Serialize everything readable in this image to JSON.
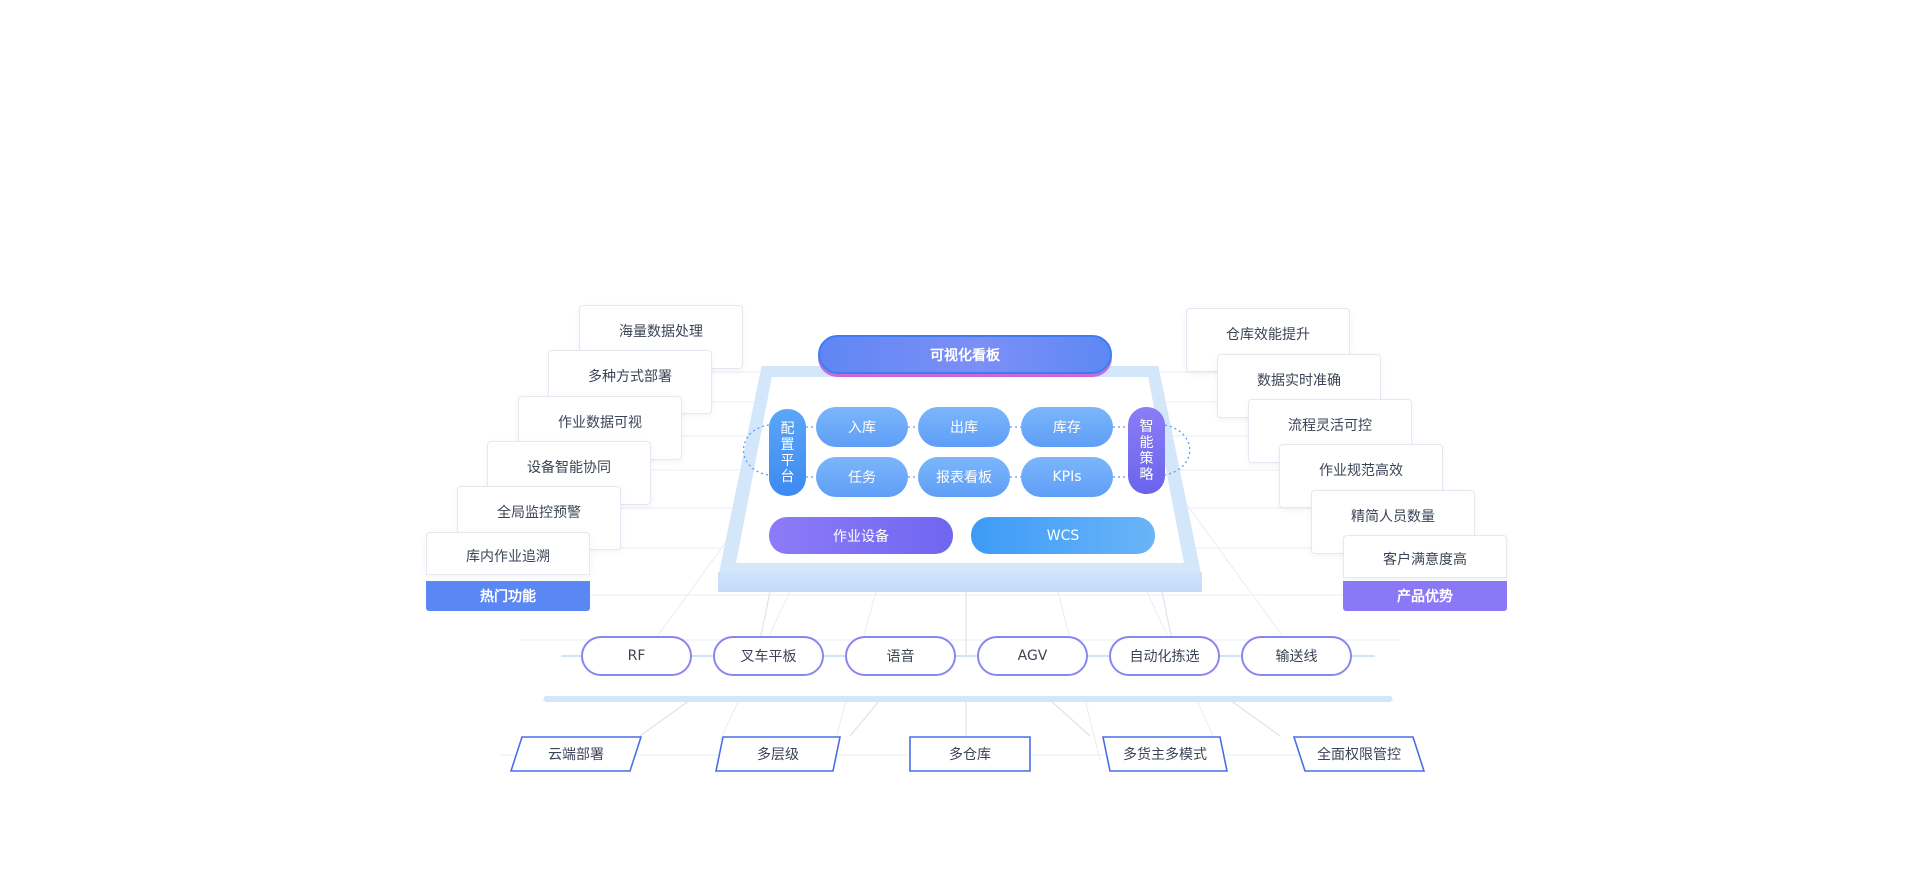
{
  "colors": {
    "blue": "#3d8af0",
    "purple": "#6a64ec",
    "platform": "#d3e6fa",
    "text": "#3b4456",
    "grid": "#e4e8ef"
  },
  "dashboard": {
    "label": "可视化看板"
  },
  "config_platform": {
    "label": "配置平台"
  },
  "smart_strategy": {
    "label": "智能策略"
  },
  "modules": [
    "入库",
    "出库",
    "库存",
    "任务",
    "报表看板",
    "KPIs"
  ],
  "base": {
    "equipment": "作业设备",
    "wcs": "WCS"
  },
  "hot_features": {
    "title": "热门功能",
    "items": [
      "海量数据处理",
      "多种方式部署",
      "作业数据可视",
      "设备智能协同",
      "全局监控预警",
      "库内作业追溯"
    ]
  },
  "product_advantages": {
    "title": "产品优势",
    "items": [
      "仓库效能提升",
      "数据实时准确",
      "流程灵活可控",
      "作业规范高效",
      "精简人员数量",
      "客户满意度高"
    ]
  },
  "devices": [
    "RF",
    "叉车平板",
    "语音",
    "AGV",
    "自动化拣选",
    "输送线"
  ],
  "deployment": [
    "云端部署",
    "多层级",
    "多仓库",
    "多货主多模式",
    "全面权限管控"
  ]
}
